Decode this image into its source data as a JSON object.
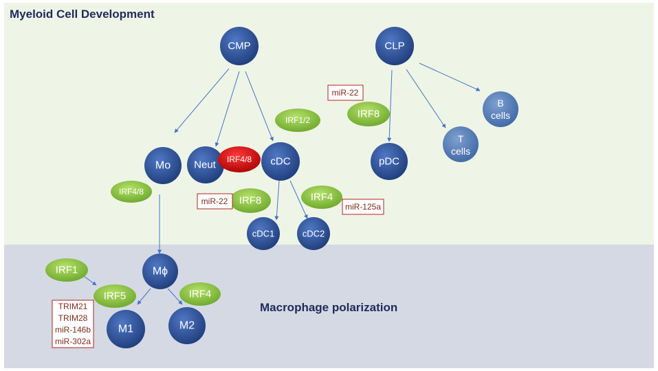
{
  "regions": {
    "top_title": "Myeloid Cell Development",
    "bottom_title": "Macrophage polarization"
  },
  "cells": {
    "cmp": "CMP",
    "clp": "CLP",
    "mo": "Mo",
    "neut": "Neut",
    "cdc": "cDC",
    "pdc": "pDC",
    "t_cells_line1": "T",
    "t_cells_line2": "cells",
    "b_cells_line1": "B",
    "b_cells_line2": "cells",
    "cdc1": "cDC1",
    "cdc2": "cDC2",
    "macrophage": "Mϕ",
    "m1": "M1",
    "m2": "M2"
  },
  "factors": {
    "irf1_2": "IRF1/2",
    "irf8_lymphoid": "IRF8",
    "irf4_8_neut": "IRF4/8",
    "irf4_8_mo": "IRF4/8",
    "irf8_cdc1": "IRF8",
    "irf4_cdc2": "IRF4",
    "irf1": "IRF1",
    "irf5": "IRF5",
    "irf4_m2": "IRF4"
  },
  "regulators": {
    "mir22_pdc": "miR-22",
    "mir22_cdc1": "miR-22",
    "mir125a": "miR-125a",
    "m1_box": [
      "TRIM21",
      "TRIM28",
      "miR-146b",
      "miR-302a"
    ]
  },
  "colors": {
    "top_bg": "#eef5e6",
    "bottom_bg": "#d5d9e3",
    "cell_blue": "#2f55a0",
    "cell_blue_dark": "#1f3c7a",
    "cell_light_blue": "#5b82b8",
    "factor_green": "#8cc63f",
    "factor_red": "#d40000",
    "box_border": "#b22222",
    "box_text": "#7a2a18",
    "arrow": "#4472c4"
  }
}
